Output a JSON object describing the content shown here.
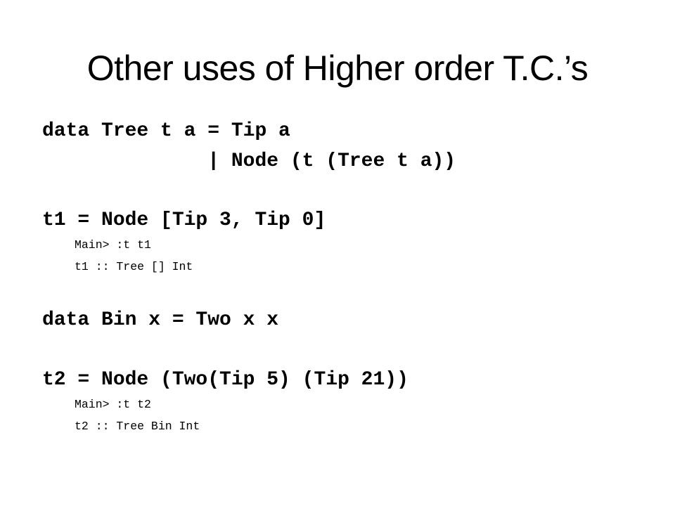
{
  "slide": {
    "title": "Other uses of Higher order T.C.’s",
    "code": {
      "tree_decl_line1": "data Tree t a = Tip a",
      "tree_decl_line2": "              | Node (t (Tree t a))",
      "t1_def": "t1 = Node [Tip 3, Tip 0]",
      "t1_prompt": "Main> :t t1",
      "t1_type": "t1 :: Tree [] Int",
      "bin_decl": "data Bin x = Two x x",
      "t2_def": "t2 = Node (Two(Tip 5) (Tip 21))",
      "t2_prompt": "Main> :t t2",
      "t2_type": "t2 :: Tree Bin Int"
    }
  }
}
